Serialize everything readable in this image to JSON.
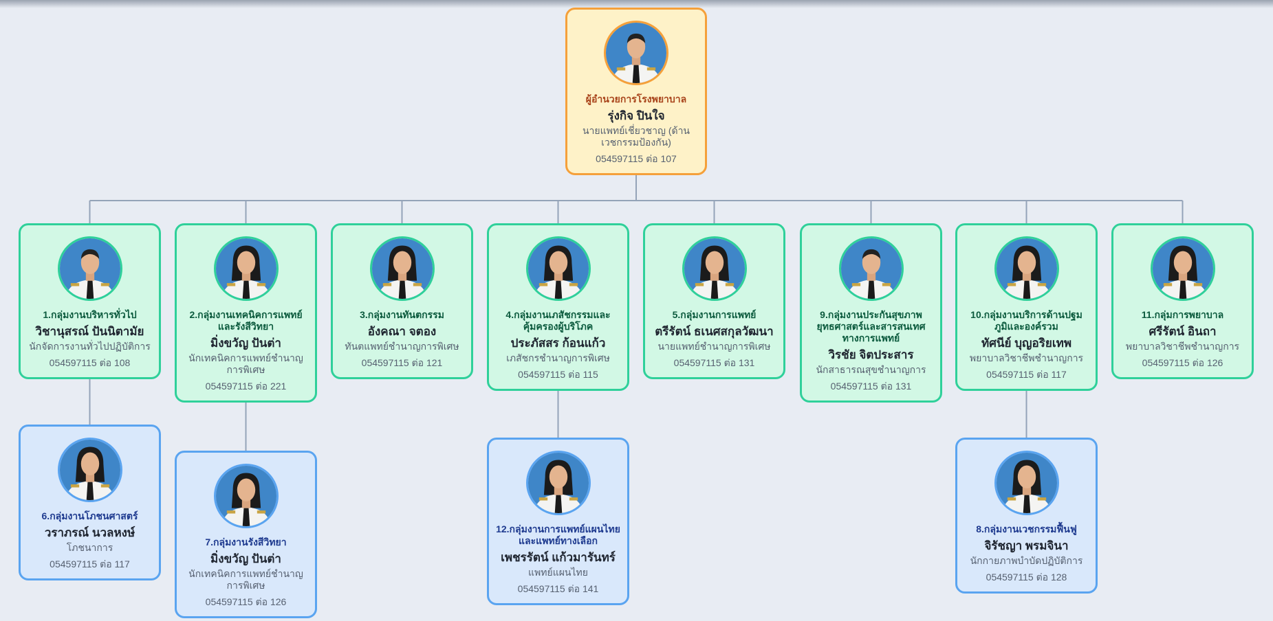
{
  "director": {
    "group": "ผู้อำนวยการโรงพยาบาล",
    "name": "รุ่งกิจ ปินใจ",
    "title": "นายแพทย์เชี่ยวชาญ (ด้านเวชกรรมป้องกัน)",
    "phone": "054597115 ต่อ 107",
    "photo": "director-photo"
  },
  "groups": [
    {
      "group": "1.กลุ่มงานบริหารทั่วไป",
      "name": "วิชานุสรณ์ ปันนิตามัย",
      "title": "นักจัดการงานทั่วไปปฏิบัติการ",
      "phone": "054597115 ต่อ 108"
    },
    {
      "group": "2.กลุ่มงานเทคนิคการแพทย์และรังสีวิทยา",
      "name": "มิ่งขวัญ ปันต่า",
      "title": "นักเทคนิคการแพทย์ชำนาญการพิเศษ",
      "phone": "054597115 ต่อ 221"
    },
    {
      "group": "3.กลุ่มงานทันตกรรม",
      "name": "อังคณา จตอง",
      "title": "ทันตแพทย์ชำนาญการพิเศษ",
      "phone": "054597115 ต่อ 121"
    },
    {
      "group": "4.กลุ่มงานเภสัชกรรมและคุ้มครองผู้บริโภค",
      "name": "ประภัสสร ก้อนแก้ว",
      "title": "เภสัชกรชำนาญการพิเศษ",
      "phone": "054597115 ต่อ 115"
    },
    {
      "group": "5.กลุ่มงานการแพทย์",
      "name": "ตรีรัตน์ ธเนศสกุลวัฒนา",
      "title": "นายแพทย์ชำนาญการพิเศษ",
      "phone": "054597115 ต่อ 131"
    },
    {
      "group": "9.กลุ่มงานประกันสุขภาพ ยุทธศาสตร์และสารสนเทศทางการแพทย์",
      "name": "วิรชัย จิตประสาร",
      "title": "นักสาธารณสุขชำนาญการ",
      "phone": "054597115 ต่อ 131"
    },
    {
      "group": "10.กลุ่มงานบริการด้านปฐมภูมิและองค์รวม",
      "name": "ทัศนีย์ บุญอริยเทพ",
      "title": "พยาบาลวิชาชีพชำนาญการ",
      "phone": "054597115 ต่อ 117"
    },
    {
      "group": "11.กลุ่มการพยาบาล",
      "name": "ศรีรัตน์ อินถา",
      "title": "พยาบาลวิชาชีพชำนาญการ",
      "phone": "054597115 ต่อ 126"
    }
  ],
  "subgroups": [
    {
      "group": "6.กลุ่มงานโภชนศาสตร์",
      "name": "วราภรณ์ นวลหงษ์",
      "title": "โภชนาการ",
      "phone": "054597115 ต่อ 117"
    },
    {
      "group": "7.กลุ่มงานรังสีวิทยา",
      "name": "มิ่งขวัญ ปันต่า",
      "title": "นักเทคนิคการแพทย์ชำนาญการพิเศษ",
      "phone": "054597115 ต่อ 126"
    },
    {
      "group": "12.กลุ่มงานการแพทย์แผนไทยและแพทย์ทางเลือก",
      "name": "เพชรรัตน์ แก้วมารันทร์",
      "title": "แพทย์แผนไทย",
      "phone": "054597115 ต่อ 141"
    },
    {
      "group": "8.กลุ่มงานเวชกรรมฟื้นฟู",
      "name": "จิรัชญา พรมจินา",
      "title": "นักกายภาพบำบัดปฏิบัติการ",
      "phone": "054597115 ต่อ 128"
    }
  ],
  "colors": {
    "background": "#e8ecf3",
    "director_border": "#f5a03a",
    "group_border": "#2fd09a",
    "subgroup_border": "#5aa4f0",
    "connector": "#94a3b8"
  }
}
